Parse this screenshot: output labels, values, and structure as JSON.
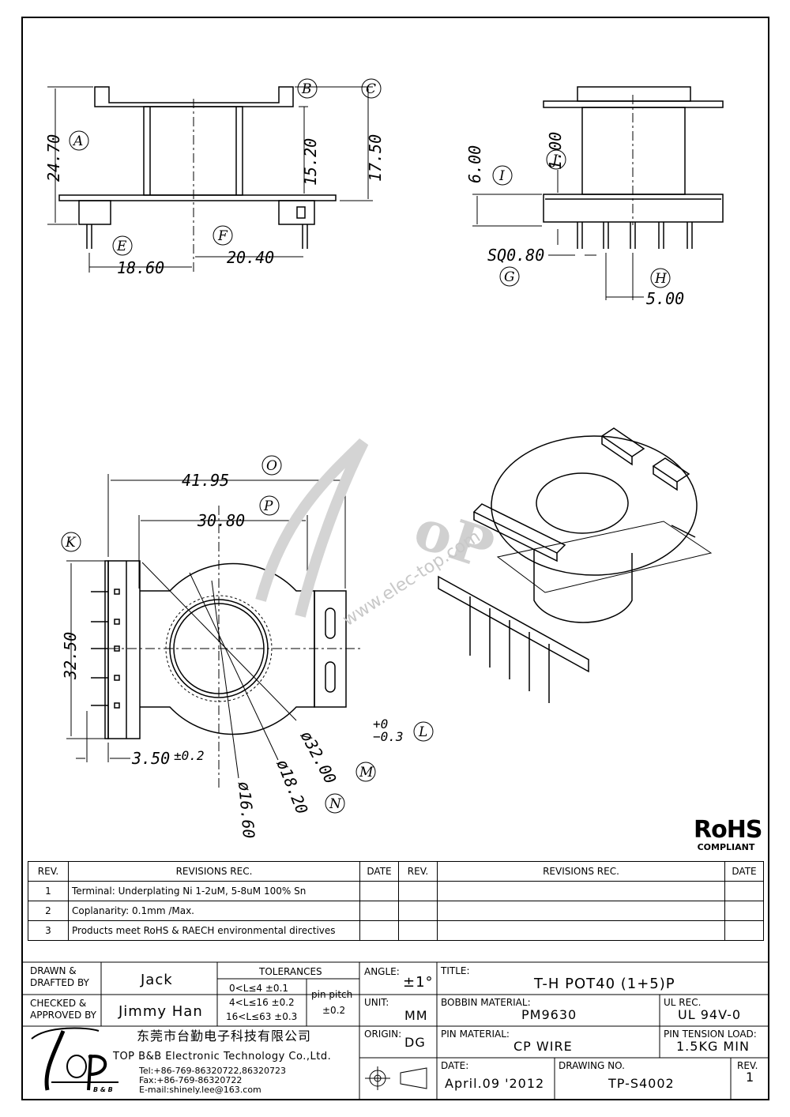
{
  "dims": {
    "top_left": {
      "a": "24.70",
      "b": "15.20",
      "c": "17.50",
      "e": "18.60",
      "f": "20.40"
    },
    "top_right": {
      "i": "6.00",
      "j": "1.00",
      "g": "SQ0.80",
      "h": "5.00"
    },
    "bottom": {
      "o": "41.95",
      "p": "30.80",
      "k": "32.50",
      "pin": "3.50",
      "pin_tol": "±0.2",
      "tol_plus": "+0",
      "tol_minus": "−0.3",
      "m": "ø32.00",
      "n": "ø18.20",
      "d1660": "ø16.60"
    }
  },
  "callouts": [
    "A",
    "B",
    "C",
    "E",
    "F",
    "I",
    "J",
    "G",
    "H",
    "O",
    "P",
    "K",
    "L",
    "M",
    "N"
  ],
  "watermark": "www.elec-top.com",
  "rohs": {
    "line1": "RoHS",
    "line2": "COMPLIANT"
  },
  "revisions": {
    "headers": [
      "REV.",
      "REVISIONS   REC.",
      "DATE",
      "REV.",
      "REVISIONS   REC.",
      "DATE"
    ],
    "rows": [
      {
        "rev": "1",
        "text": "Terminal: Underplating Ni 1-2uM, 5-8uM 100% Sn"
      },
      {
        "rev": "2",
        "text": "Coplanarity: 0.1mm /Max."
      },
      {
        "rev": "3",
        "text": "Products meet RoHS & RAECH environmental directives"
      }
    ]
  },
  "title_block": {
    "drawn_label": "DRAWN &\nDRAFTED BY",
    "drawn_value": "Jack",
    "checked_label": "CHECKED &\nAPPROVED BY",
    "checked_value": "Jimmy Han",
    "tolerances_label": "TOLERANCES",
    "tol1": "0<L≤4   ±0.1",
    "tol2": "4<L≤16 ±0.2",
    "tol3": "16<L≤63 ±0.3",
    "pin_pitch_label": "pin pitch",
    "pin_pitch_value": "±0.2",
    "angle_label": "ANGLE:",
    "angle_value": "±1°",
    "unit_label": "UNIT:",
    "unit_value": "MM",
    "origin_label": "ORIGIN:",
    "origin_value": "DG",
    "title_label": "TITLE:",
    "title_value": "T-H POT40 (1+5)P",
    "bobbin_label": "BOBBIN MATERIAL:",
    "bobbin_value": "PM9630",
    "ul_label": "UL REC.",
    "ul_value": "UL 94V-0",
    "pin_mat_label": "PIN MATERIAL:",
    "pin_mat_value": "CP WIRE",
    "pin_tension_label": "PIN TENSION LOAD:",
    "pin_tension_value": "1.5KG   MIN",
    "date_label": "DATE:",
    "date_value": "April.09 '2012",
    "drawing_no_label": "DRAWING NO.",
    "drawing_no_value": "TP-S4002",
    "rev_label": "REV.",
    "rev_value": "1",
    "company_cn": "东莞市台勤电子科技有限公司",
    "company_en": "TOP B&B Electronic Technology Co.,Ltd.",
    "tel": "Tel:+86-769-86320722,86320723",
    "fax": "Fax:+86-769-86320722",
    "email": "E-mail:shinely.lee@163.com",
    "logo_sub": "B & B"
  }
}
